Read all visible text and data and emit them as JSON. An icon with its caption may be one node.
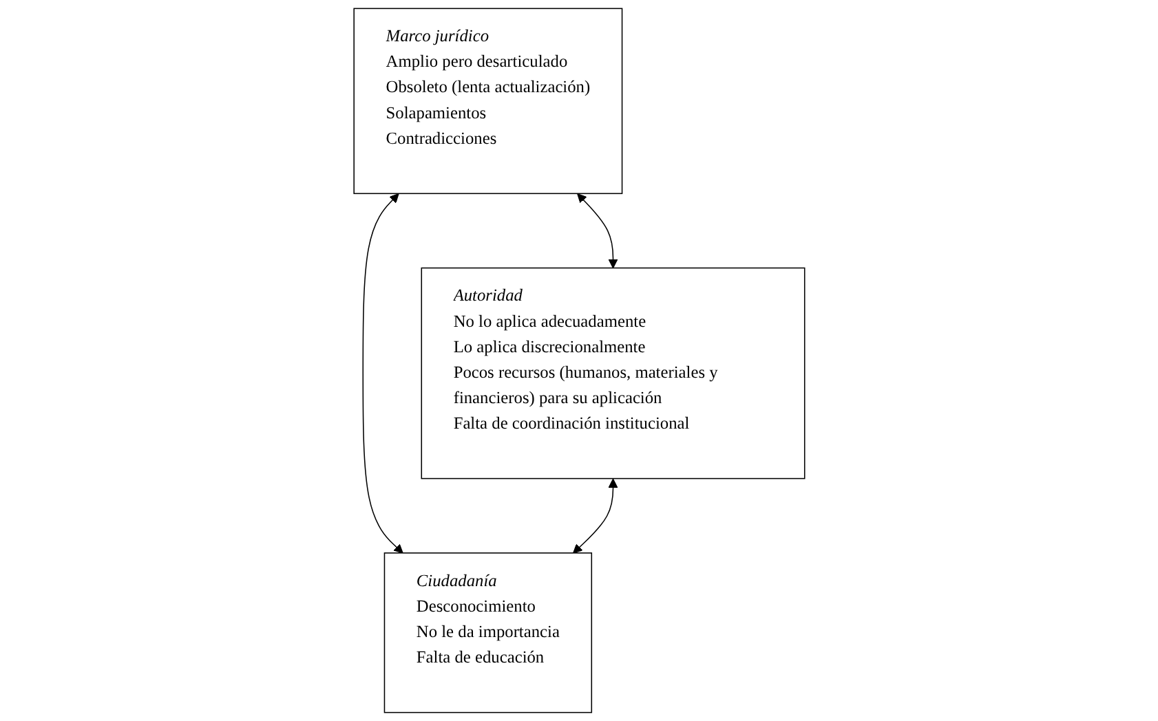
{
  "diagram": {
    "nodes": [
      {
        "text": [
          "Marco jurídico",
          "Amplio pero desarticulado",
          "Obsoleto (lenta actualización)",
          "Solapamientos",
          "Contradicciones"
        ]
      },
      {
        "text": [
          "Autoridad",
          "No lo aplica adecuadamente",
          "Lo aplica discrecionalmente",
          "Pocos recursos (humanos, materiales y financieros) para su aplicación",
          "Falta de coordinación institucional"
        ]
      },
      {
        "text": [
          "Ciudadanía",
          "Desconocimiento",
          "No le da importancia",
          "Falta de educación"
        ]
      }
    ],
    "edges": [
      {
        "from": 0,
        "to": 1,
        "arrow": "both"
      },
      {
        "from": 0,
        "to": 2,
        "arrow": "both"
      },
      {
        "from": 1,
        "to": 2,
        "arrow": "both"
      }
    ]
  }
}
